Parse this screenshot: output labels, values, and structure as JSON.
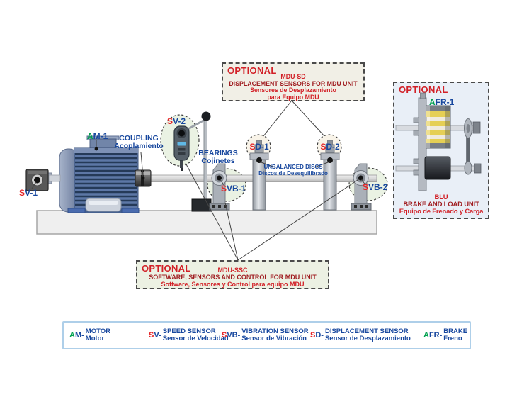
{
  "colors": {
    "red": "#d22027",
    "dark_red": "#a01d21",
    "green": "#00a14e",
    "blue": "#17479e",
    "legend_border": "#aecfe9",
    "highlight_green_fill": "#eaf2e3",
    "highlight_cream_fill": "#f8f3e8"
  },
  "boxes": {
    "displacement": {
      "optional": "OPTIONAL",
      "code": "MDU-SD",
      "title_en": "DISPLACEMENT SENSORS FOR MDU UNIT",
      "subtitle_es_1": "Sensores de Desplazamiento",
      "subtitle_es_2": "para Equipo MDU"
    },
    "software": {
      "optional": "OPTIONAL",
      "code": "MDU-SSC",
      "title_en": "SOFTWARE, SENSORS AND CONTROL FOR MDU UNIT",
      "subtitle_es": "Software, Sensores y Control para equipo MDU"
    },
    "brake": {
      "optional": "OPTIONAL",
      "code": "BLU",
      "title_en": "BRAKE AND LOAD UNIT",
      "subtitle_es": "Equipo de Frenado y Carga",
      "part_label": {
        "first": "A",
        "rest": "FR-1"
      }
    }
  },
  "part_labels": {
    "sv1": {
      "first": "S",
      "rest": "V-1"
    },
    "am1": {
      "first": "A",
      "rest": "M-1"
    },
    "sv2": {
      "first": "S",
      "rest": "V-2"
    },
    "svb1": {
      "first": "S",
      "rest": "VB-1"
    },
    "svb2": {
      "first": "S",
      "rest": "VB-2"
    },
    "sd1": {
      "first": "S",
      "rest": "D-1"
    },
    "sd2": {
      "first": "S",
      "rest": "D-2"
    },
    "coupling_en": "COUPLING",
    "coupling_es": "Acoplamiento",
    "bearings_en": "BEARINGS",
    "bearings_es": "Cojinetes",
    "discs_en": "UNBALANCED DISCS",
    "discs_es": "Discos de Desequilibrado"
  },
  "legend": {
    "items": [
      {
        "prefix_first": "A",
        "prefix_rest": "M-",
        "en": "MOTOR",
        "es": "Motor"
      },
      {
        "prefix_first": "S",
        "prefix_rest": "V-",
        "en": "SPEED SENSOR",
        "es": "Sensor de Velocidad"
      },
      {
        "prefix_first": "S",
        "prefix_rest": "VB-",
        "en": "VIBRATION SENSOR",
        "es": "Sensor de Vibración"
      },
      {
        "prefix_first": "S",
        "prefix_rest": "D-",
        "en": "DISPLACEMENT SENSOR",
        "es": "Sensor de Desplazamiento"
      },
      {
        "prefix_first": "A",
        "prefix_rest": "FR-",
        "en": "BRAKE",
        "es": "Freno"
      }
    ]
  }
}
